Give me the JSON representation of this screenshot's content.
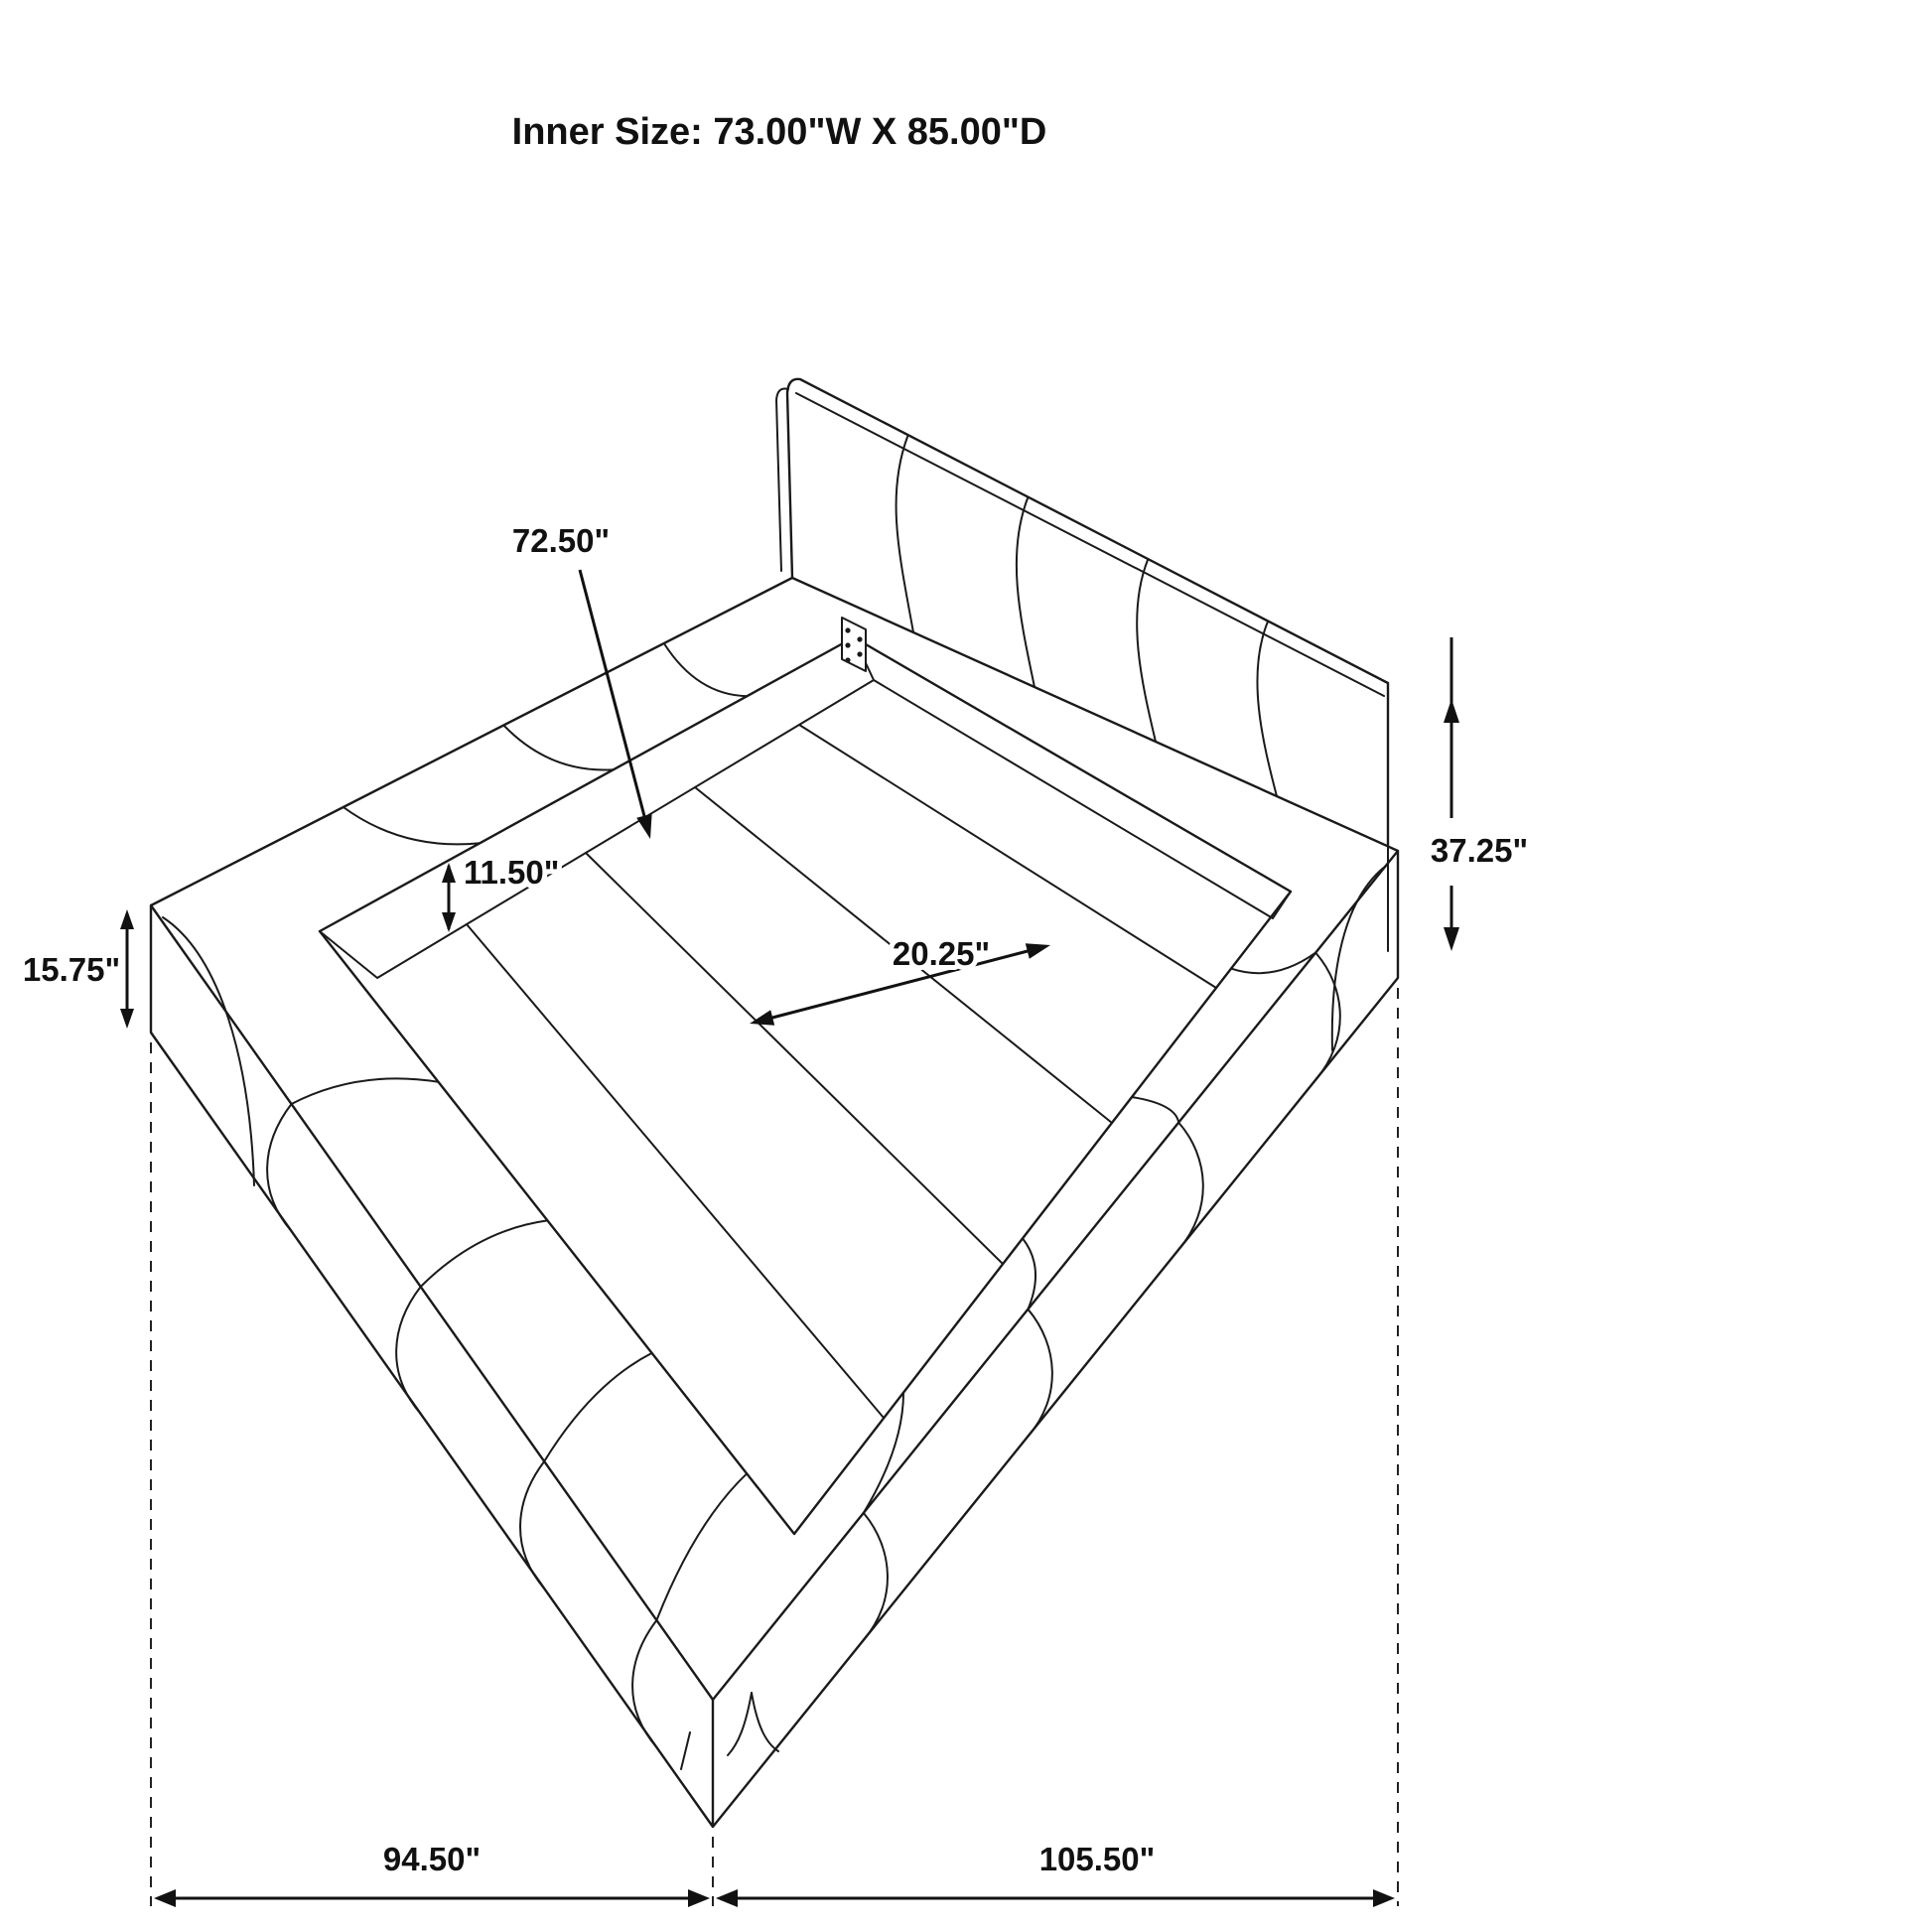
{
  "title": "Inner Size: 73.00\"W X 85.00\"D",
  "dimensions": {
    "slat_length": "72.50\"",
    "rail_inner_height": "11.50\"",
    "base_height": "15.75\"",
    "headboard_height": "37.25\"",
    "slat_spacing": "20.25\"",
    "footprint_width": "94.50\"",
    "footprint_depth": "105.50\""
  },
  "colors": {
    "line": "#1a1a1a",
    "background": "#ffffff",
    "dimension_text": "#111111"
  },
  "drawing": {
    "subject": "upholstered-platform-bed-isometric-dimension-diagram"
  }
}
